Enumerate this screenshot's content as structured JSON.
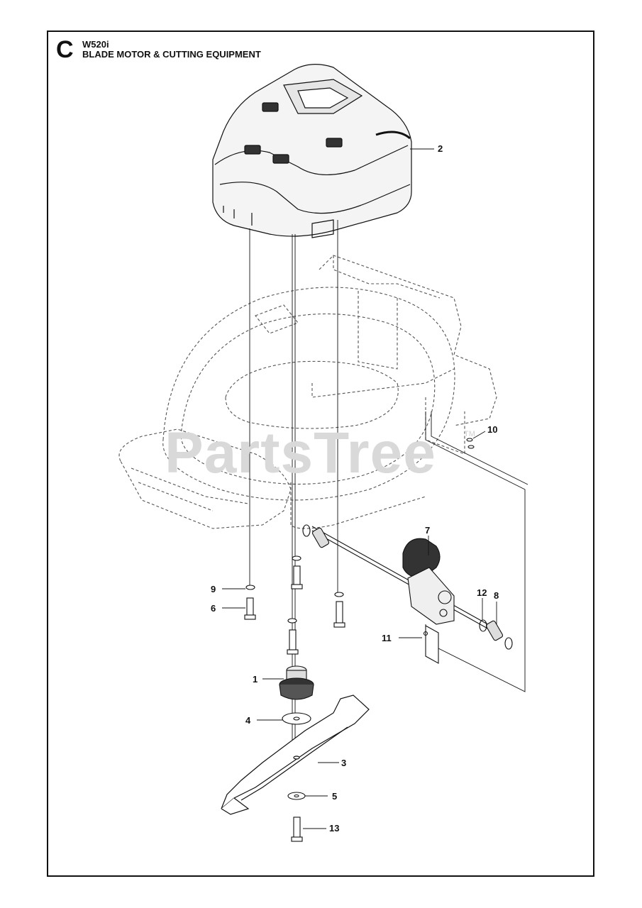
{
  "header": {
    "section_letter": "C",
    "model": "W520i",
    "title": "BLADE MOTOR & CUTTING EQUIPMENT"
  },
  "watermark": {
    "text": "PartsTree",
    "tm": "TM"
  },
  "callouts": {
    "c1": "1",
    "c2": "2",
    "c3": "3",
    "c4": "4",
    "c5": "5",
    "c6": "6",
    "c7": "7",
    "c8": "8",
    "c9": "9",
    "c10": "10",
    "c11": "11",
    "c12": "12",
    "c13": "13"
  },
  "colors": {
    "line": "#111111",
    "ghost": "#555555",
    "watermark": "#d9d9d9"
  }
}
